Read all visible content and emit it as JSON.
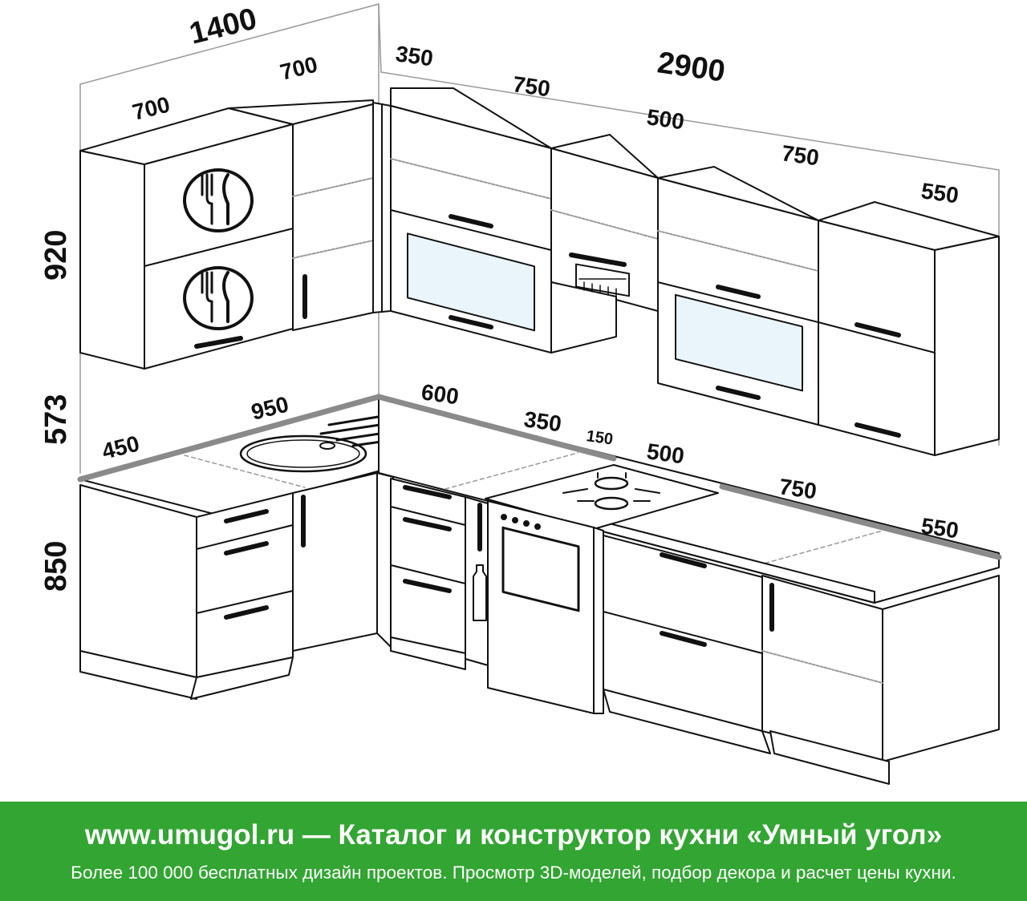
{
  "diagram": {
    "dimensions": {
      "left_wall_total": "1400",
      "left_upper_1": "700",
      "left_upper_2": "700",
      "right_wall_total": "2900",
      "upper_350": "350",
      "upper_750_a": "750",
      "upper_500": "500",
      "upper_750_b": "750",
      "upper_550": "550",
      "height_upper": "920",
      "height_gap": "573",
      "height_base": "850",
      "counter_450": "450",
      "counter_950": "950",
      "counter_600": "600",
      "counter_350": "350",
      "counter_150": "150",
      "counter_500": "500",
      "counter_750": "750",
      "counter_550": "550"
    },
    "icons": [
      "cutlery-emblem-icon",
      "range-hood-icon",
      "sink-icon",
      "gas-hob-icon",
      "oven-icon",
      "bottle-icon"
    ],
    "colors": {
      "banner": "#32a532",
      "countertop_edge": "#8a8a8a",
      "glass": "#eaf4fb",
      "line": "#111111"
    }
  },
  "banner": {
    "headline": "www.umugol.ru — Каталог и конструктор кухни «Умный угол»",
    "subline": "Более 100 000 бесплатных дизайн проектов. Просмотр 3D-моделей, подбор декора и расчет цены кухни."
  }
}
